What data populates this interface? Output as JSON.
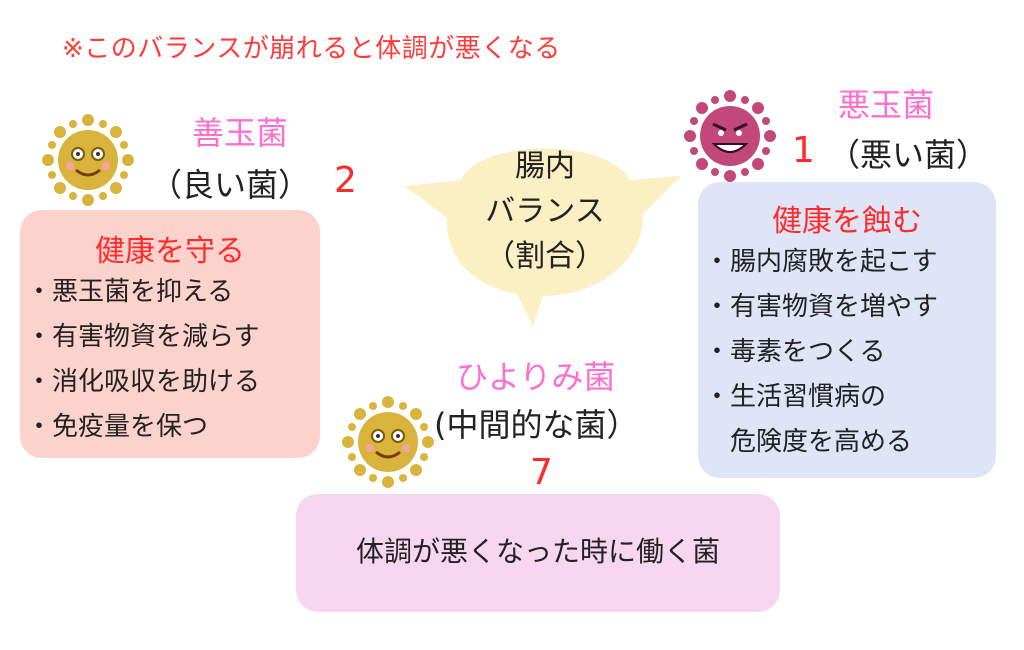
{
  "note": "※このバランスが崩れると体調が悪くなる",
  "center": {
    "lines": [
      "腸内",
      "バランス",
      "（割合）"
    ],
    "fill": "#fbefc4"
  },
  "good": {
    "name": "善玉菌",
    "paren": "（良い菌）",
    "ratio": "2",
    "heading": "健康を守る",
    "items": [
      "悪玉菌を抑える",
      "有害物資を減らす",
      "消化吸収を助ける",
      "免疫量を保つ"
    ],
    "icon": "smiling-yellow-germ-icon"
  },
  "bad": {
    "name": "悪玉菌",
    "ratio": "1",
    "paren": "（悪い菌）",
    "heading": "健康を蝕む",
    "items": [
      "腸内腐敗を起こす",
      "有害物資を増やす",
      "毒素をつくる",
      "生活習慣病の",
      "危険度を高める"
    ],
    "icon": "grinning-pink-germ-icon"
  },
  "neutral": {
    "name": "ひよりみ菌",
    "paren": "(中間的な菌）",
    "ratio": "7",
    "description": "体調が悪くなった時に働く菌",
    "icon": "smiling-yellow-germ-icon"
  },
  "colors": {
    "accent_red": "#ff2b2b",
    "name_pink": "#ff6fd0",
    "good_box": "#fcd2cc",
    "bad_box": "#dfe5f6",
    "mid_box": "#f7d6f0",
    "germ_yellow": "#d8b43c",
    "germ_pink": "#c2487a"
  }
}
